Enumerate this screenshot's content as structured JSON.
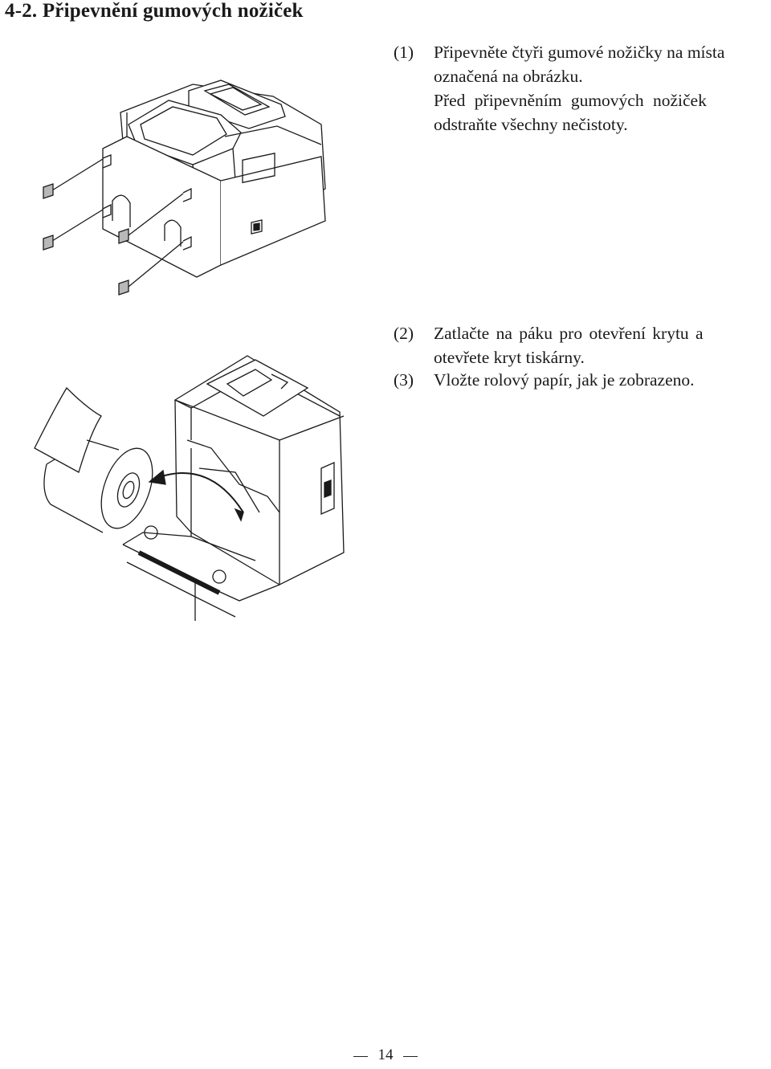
{
  "section": {
    "heading": "4-2.  Připevnění gumových nožiček"
  },
  "steps": [
    {
      "number": "(1)",
      "lines": [
        "Připevněte čtyři gumové nožičky na místa",
        "označená na obrázku.",
        "Před připevněním gumových nožiček",
        "odstraňte všechny nečistoty."
      ]
    },
    {
      "number": "(2)",
      "lines": [
        "Zatlačte na páku pro otevření krytu a",
        "otevřete kryt tiskárny."
      ]
    },
    {
      "number": "(3)",
      "lines": [
        "Vložte rolový papír, jak je zobrazeno."
      ]
    }
  ],
  "figures": [
    {
      "id": "fig-rubber-feet",
      "icon": "printer-rubber-feet-illustration"
    },
    {
      "id": "fig-paper-roll",
      "icon": "printer-paper-roll-illustration"
    }
  ],
  "footer": {
    "page_number": "14"
  }
}
